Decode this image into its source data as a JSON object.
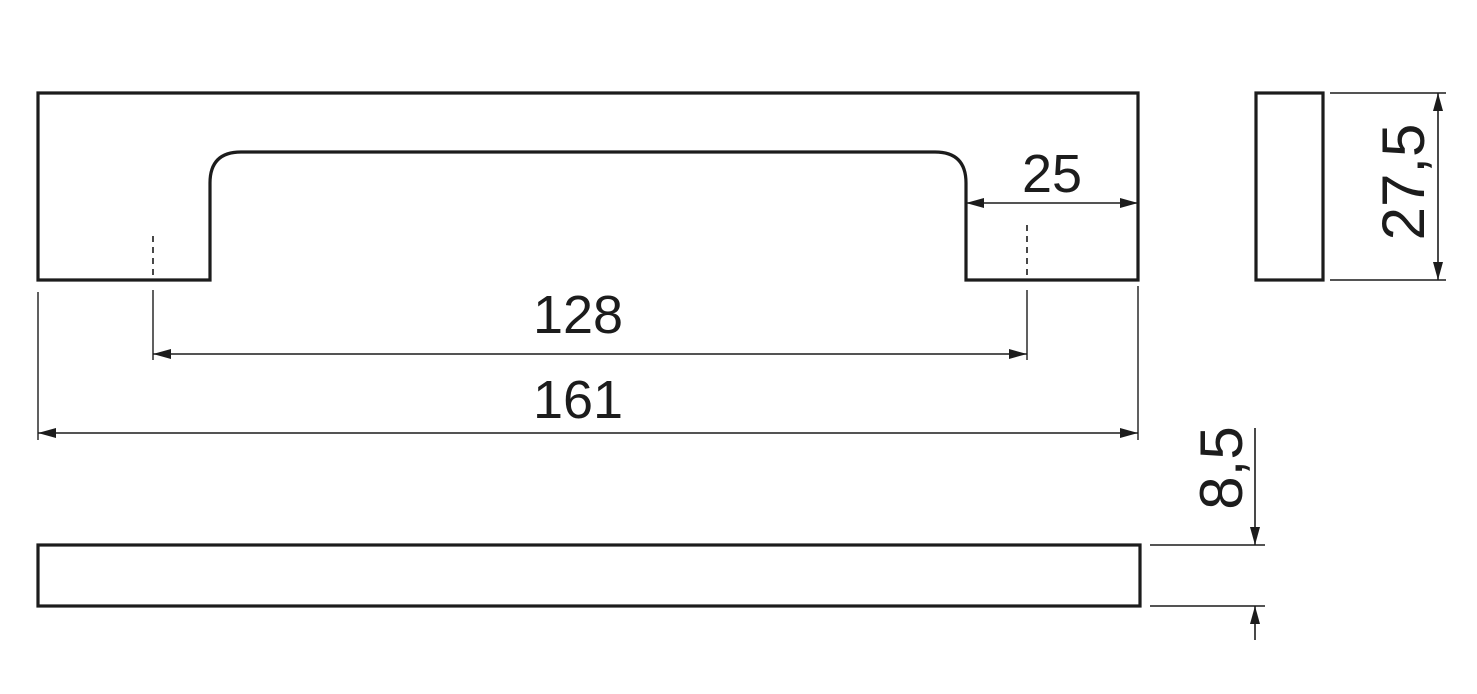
{
  "dimensions": {
    "overall_length": "161",
    "hole_spacing": "128",
    "leg_width": "25",
    "height": "27,5",
    "thickness": "8,5"
  },
  "colors": {
    "line": "#1c1c1c",
    "background": "#ffffff"
  }
}
